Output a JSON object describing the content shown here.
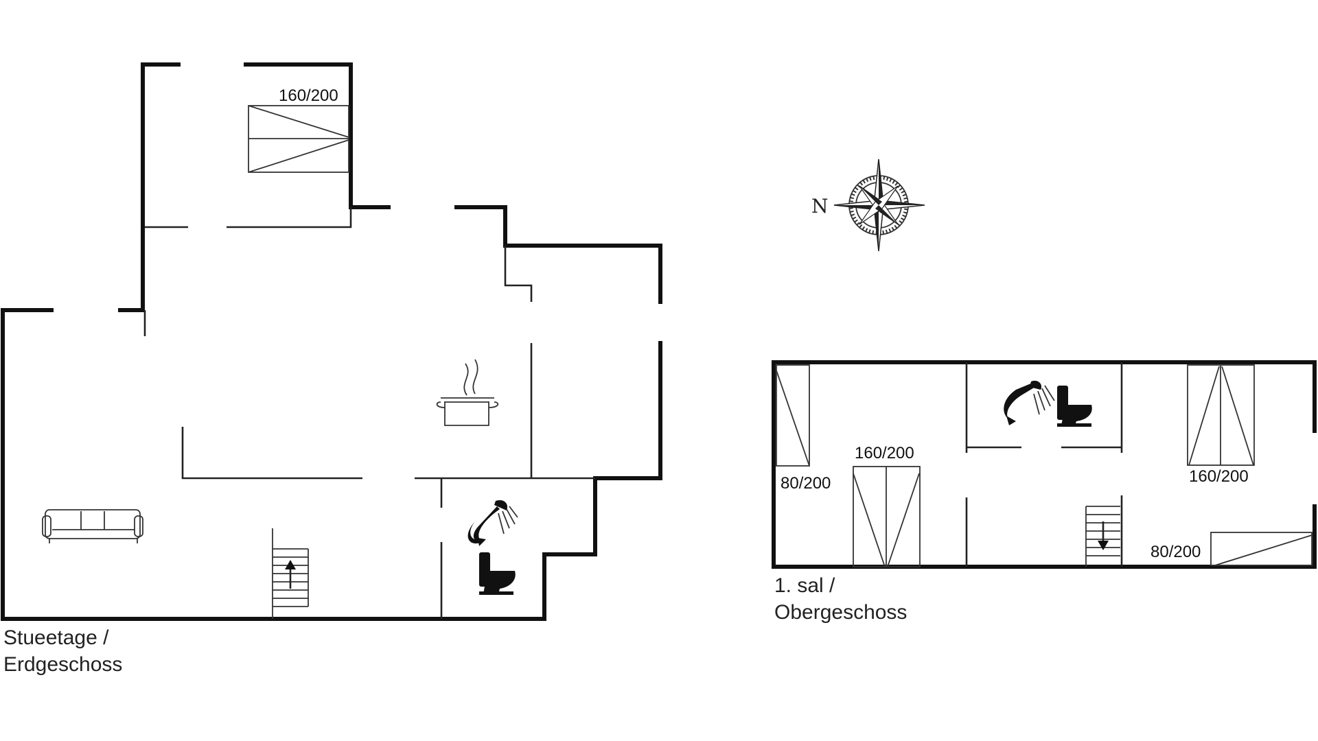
{
  "compass": {
    "north_label": "N",
    "icon": "compass-rose-icon"
  },
  "ground_floor": {
    "label_line1": "Stueetage /",
    "label_line2": "Erdgeschoss",
    "bed": "160/200",
    "icons": [
      "sofa-icon",
      "cooking-pot-icon",
      "shower-icon",
      "toilet-icon",
      "staircase-up-icon"
    ]
  },
  "upper_floor": {
    "label_line1": "1. sal /",
    "label_line2": "Obergeschoss",
    "beds": [
      "80/200",
      "160/200",
      "160/200",
      "80/200"
    ],
    "icons": [
      "shower-icon",
      "toilet-icon",
      "staircase-down-icon"
    ]
  }
}
